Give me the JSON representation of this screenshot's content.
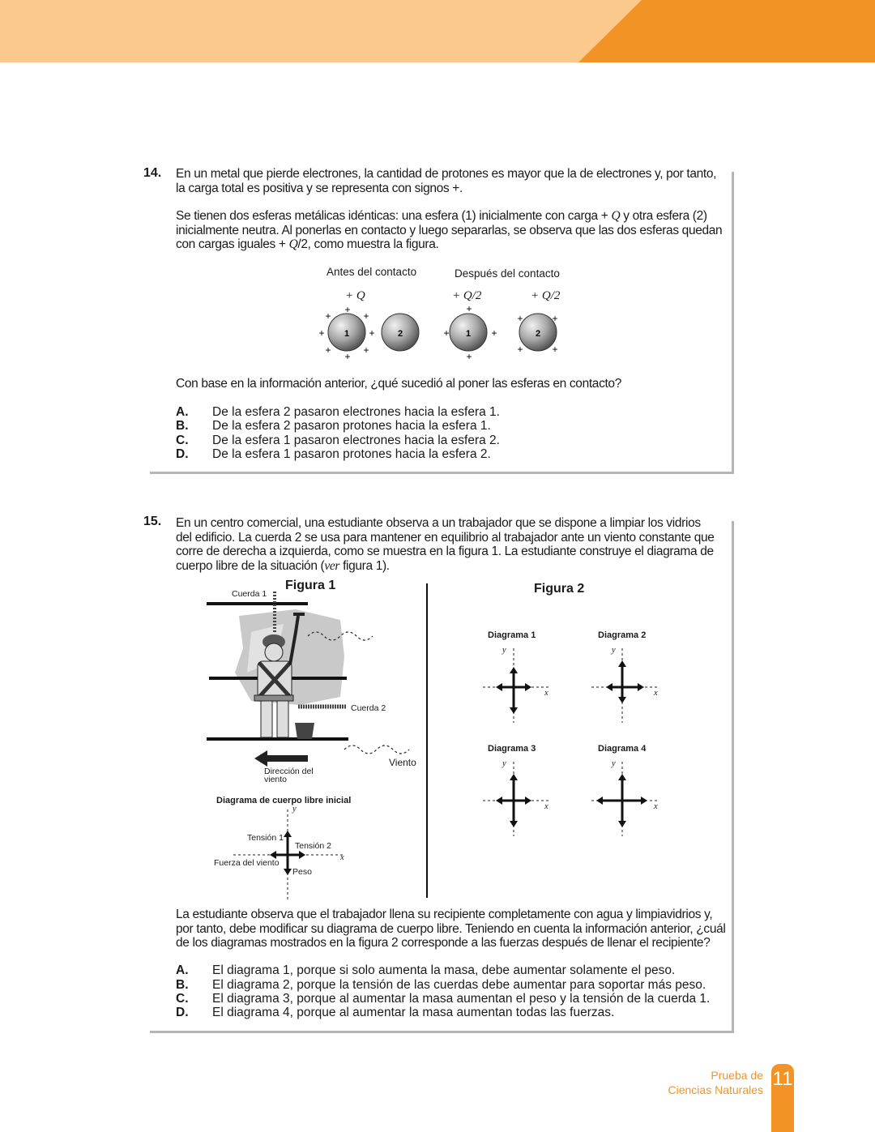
{
  "q14": {
    "number": "14.",
    "intro_l1": "En un metal que pierde electrones, la cantidad de protones es mayor que la de electrones y, por tanto,",
    "intro_l2": "la carga total es positiva y se representa con signos +.",
    "setup_l1_a": "Se tienen dos esferas metálicas idénticas: una esfera (1) inicialmente con carga + ",
    "setup_l1_q": "Q",
    "setup_l1_b": " y otra esfera (2)",
    "setup_l2": "inicialmente neutra. Al ponerlas en contacto y luego separarlas, se observa que las dos esferas quedan",
    "setup_l3_a": "con cargas iguales + ",
    "setup_l3_q": "Q",
    "setup_l3_b": "/2, como muestra la figura.",
    "fig_before": "Antes del contacto",
    "fig_after": "Después del contacto",
    "charge_before": "+ Q",
    "charge_after_1": "+ Q/2",
    "charge_after_2": "+ Q/2",
    "sphere_1": "1",
    "sphere_2": "2",
    "plus": "+",
    "question": "Con base en la información anterior, ¿qué sucedió al poner las esferas en contacto?",
    "options": [
      {
        "letter": "A.",
        "text": "De la esfera 2 pasaron electrones hacia la esfera 1."
      },
      {
        "letter": "B.",
        "text": "De la esfera 2 pasaron protones hacia la esfera 1."
      },
      {
        "letter": "C.",
        "text": "De la esfera 1 pasaron electrones hacia la esfera 2."
      },
      {
        "letter": "D.",
        "text": "De la esfera 1 pasaron protones hacia la esfera 2."
      }
    ]
  },
  "q15": {
    "number": "15.",
    "intro_l1": "En un centro comercial, una estudiante observa a un trabajador que se dispone a limpiar los vidrios",
    "intro_l2": "del edificio. La cuerda 2 se usa para mantener en equilibrio al trabajador ante un viento constante que",
    "intro_l3": "corre de derecha a izquierda, como se muestra en la figura 1. La estudiante construye el diagrama de",
    "intro_l4_a": "cuerpo libre de la situación (",
    "intro_l4_ver": "ver",
    "intro_l4_b": " figura 1).",
    "figure1_title": "Figura 1",
    "figure2_title": "Figura 2",
    "cuerda1": "Cuerda 1",
    "cuerda2": "Cuerda 2",
    "viento": "Viento",
    "direccion_l1": "Dirección del",
    "direccion_l2": "viento",
    "fbd_title": "Diagrama de cuerpo libre inicial",
    "tension1": "Tensión 1",
    "tension2": "Tensión 2",
    "fuerza_viento": "Fuerza del viento",
    "peso": "Peso",
    "axis_x": "x",
    "axis_y": "y",
    "diagrams": [
      "Diagrama 1",
      "Diagrama 2",
      "Diagrama 3",
      "Diagrama 4"
    ],
    "q_l1": "La estudiante observa que el trabajador llena su recipiente completamente con agua y limpiavidrios y,",
    "q_l2": "por tanto, debe modificar su diagrama de cuerpo libre. Teniendo en cuenta la información anterior, ¿cuál",
    "q_l3": "de los diagramas mostrados en la figura 2 corresponde a las fuerzas después de llenar el recipiente?",
    "options": [
      {
        "letter": "A.",
        "text": "El diagrama 1, porque si solo aumenta la masa, debe aumentar solamente el peso."
      },
      {
        "letter": "B.",
        "text": "El diagrama 2, porque la tensión de las cuerdas debe aumentar para soportar más peso."
      },
      {
        "letter": "C.",
        "text": "El diagrama 3, porque al aumentar la masa aumentan el peso y la tensión de la cuerda 1."
      },
      {
        "letter": "D.",
        "text": "El diagrama 4, porque al aumentar la masa aumentan todas las fuerzas."
      }
    ]
  },
  "footer": {
    "line1": "Prueba de",
    "line2": "Ciencias Naturales",
    "page": "11"
  },
  "colors": {
    "accent": "#f39325",
    "accent_light": "#fbc98c",
    "frame": "#b5b5b5"
  }
}
